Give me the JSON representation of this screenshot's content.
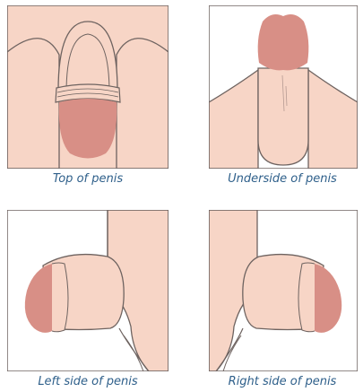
{
  "colors": {
    "skin": "#f7d5c6",
    "glans": "#d88f86",
    "outline": "#6e6360",
    "caption": "#2e5f8a"
  },
  "panels": [
    {
      "icon": "penis-top-view-icon",
      "caption": "Top of penis"
    },
    {
      "icon": "penis-underside-view-icon",
      "caption": "Underside of penis"
    },
    {
      "icon": "penis-left-side-view-icon",
      "caption": "Left side of penis"
    },
    {
      "icon": "penis-right-side-view-icon",
      "caption": "Right side of penis"
    }
  ]
}
